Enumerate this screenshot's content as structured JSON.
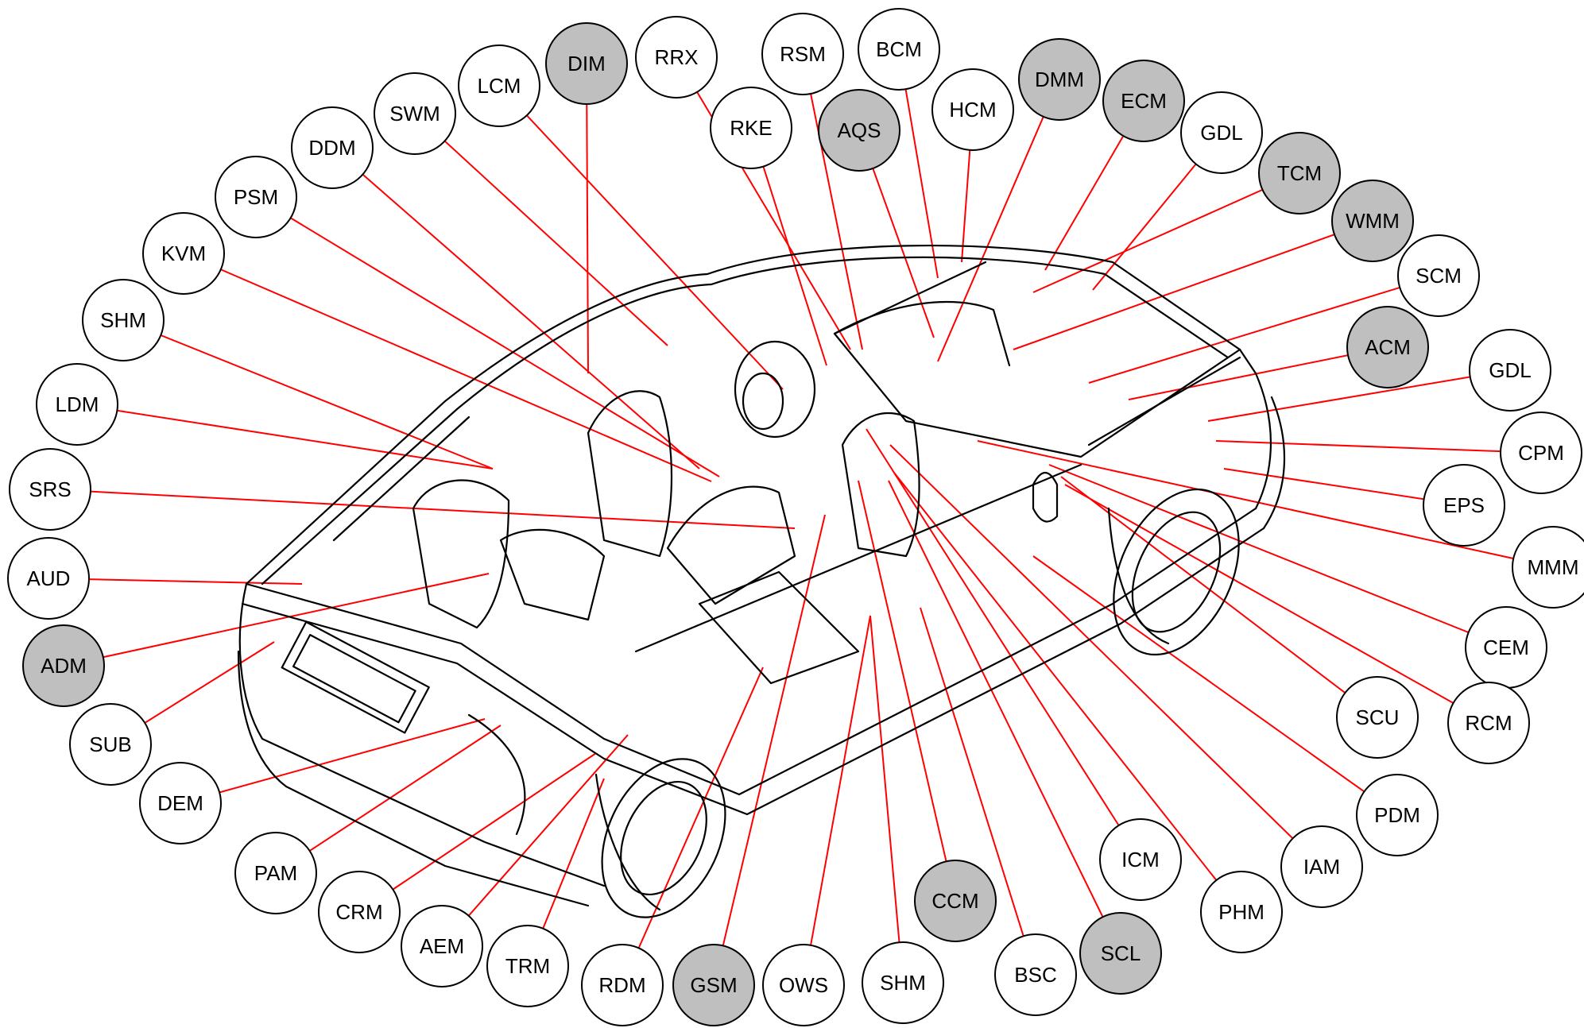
{
  "colors": {
    "leader_line": "#ff0000",
    "node_fill": "#ffffff",
    "node_fill_highlighted": "#bfbfbf",
    "outline": "#000000"
  },
  "modules": [
    {
      "id": "dim",
      "label": "DIM",
      "highlighted": true
    },
    {
      "id": "rrx",
      "label": "RRX",
      "highlighted": false
    },
    {
      "id": "rsm",
      "label": "RSM",
      "highlighted": false
    },
    {
      "id": "bcm",
      "label": "BCM",
      "highlighted": false
    },
    {
      "id": "lcm",
      "label": "LCM",
      "highlighted": false
    },
    {
      "id": "rke",
      "label": "RKE",
      "highlighted": false
    },
    {
      "id": "aqs",
      "label": "AQS",
      "highlighted": true
    },
    {
      "id": "hcm",
      "label": "HCM",
      "highlighted": false
    },
    {
      "id": "dmm",
      "label": "DMM",
      "highlighted": true
    },
    {
      "id": "ecm",
      "label": "ECM",
      "highlighted": true
    },
    {
      "id": "swm",
      "label": "SWM",
      "highlighted": false
    },
    {
      "id": "gdl1",
      "label": "GDL",
      "highlighted": false
    },
    {
      "id": "ddm",
      "label": "DDM",
      "highlighted": false
    },
    {
      "id": "tcm",
      "label": "TCM",
      "highlighted": true
    },
    {
      "id": "psm",
      "label": "PSM",
      "highlighted": false
    },
    {
      "id": "wmm",
      "label": "WMM",
      "highlighted": true
    },
    {
      "id": "kvm",
      "label": "KVM",
      "highlighted": false
    },
    {
      "id": "scm",
      "label": "SCM",
      "highlighted": false
    },
    {
      "id": "shm1",
      "label": "SHM",
      "highlighted": false
    },
    {
      "id": "acm",
      "label": "ACM",
      "highlighted": true
    },
    {
      "id": "gdl2",
      "label": "GDL",
      "highlighted": false
    },
    {
      "id": "ldm",
      "label": "LDM",
      "highlighted": false
    },
    {
      "id": "cpm",
      "label": "CPM",
      "highlighted": false
    },
    {
      "id": "srs",
      "label": "SRS",
      "highlighted": false
    },
    {
      "id": "eps",
      "label": "EPS",
      "highlighted": false
    },
    {
      "id": "aud",
      "label": "AUD",
      "highlighted": false
    },
    {
      "id": "mmm",
      "label": "MMM",
      "highlighted": false
    },
    {
      "id": "adm",
      "label": "ADM",
      "highlighted": true
    },
    {
      "id": "cem",
      "label": "CEM",
      "highlighted": false
    },
    {
      "id": "sub",
      "label": "SUB",
      "highlighted": false
    },
    {
      "id": "scu",
      "label": "SCU",
      "highlighted": false
    },
    {
      "id": "rcm",
      "label": "RCM",
      "highlighted": false
    },
    {
      "id": "dem",
      "label": "DEM",
      "highlighted": false
    },
    {
      "id": "pdm",
      "label": "PDM",
      "highlighted": false
    },
    {
      "id": "pam",
      "label": "PAM",
      "highlighted": false
    },
    {
      "id": "icm",
      "label": "ICM",
      "highlighted": false
    },
    {
      "id": "iam",
      "label": "IAM",
      "highlighted": false
    },
    {
      "id": "crm",
      "label": "CRM",
      "highlighted": false
    },
    {
      "id": "ccm",
      "label": "CCM",
      "highlighted": true
    },
    {
      "id": "phm",
      "label": "PHM",
      "highlighted": false
    },
    {
      "id": "aem",
      "label": "AEM",
      "highlighted": false
    },
    {
      "id": "scl",
      "label": "SCL",
      "highlighted": true
    },
    {
      "id": "trm",
      "label": "TRM",
      "highlighted": false
    },
    {
      "id": "bsc",
      "label": "BSC",
      "highlighted": false
    },
    {
      "id": "rdm",
      "label": "RDM",
      "highlighted": false
    },
    {
      "id": "gsm",
      "label": "GSM",
      "highlighted": true
    },
    {
      "id": "ows",
      "label": "OWS",
      "highlighted": false
    },
    {
      "id": "shm2",
      "label": "SHM",
      "highlighted": false
    }
  ]
}
